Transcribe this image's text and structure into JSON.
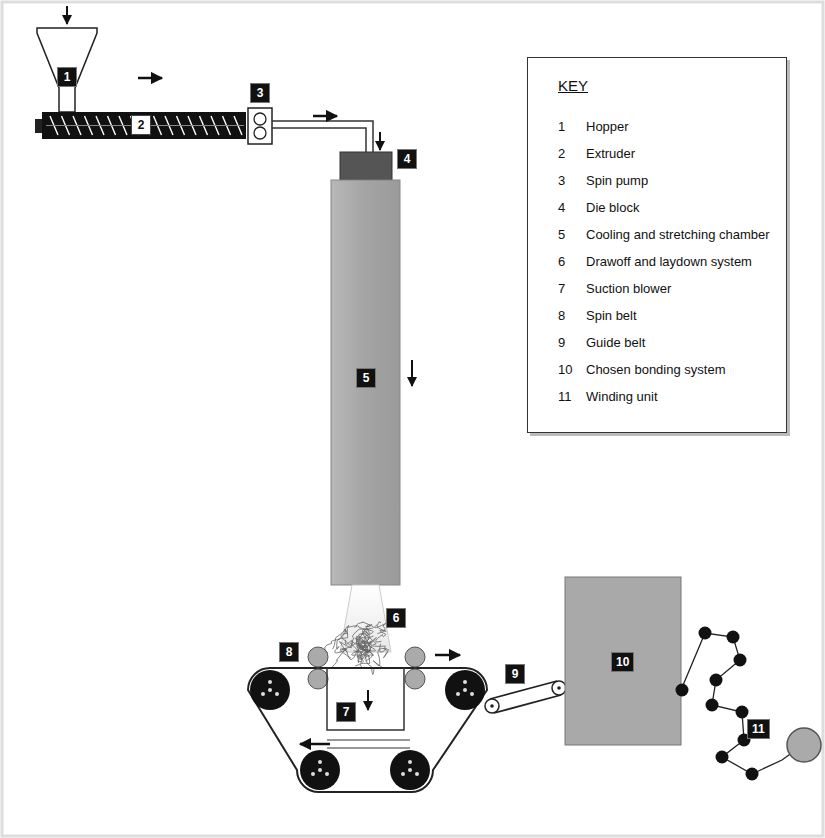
{
  "diagram": {
    "nodes": [
      {
        "text": [
          "1"
        ]
      },
      {
        "text": [
          "2"
        ]
      },
      {
        "text": [
          "3"
        ]
      },
      {
        "text": [
          "4"
        ]
      },
      {
        "text": [
          "KEY",
          "1",
          "Hopper",
          "2",
          "Extruder",
          "3",
          "Spin pump",
          "4",
          "Die block",
          "5",
          "Cooling and stretching chamber",
          "6",
          "Drawoff and laydown system",
          "7",
          "Suction blower",
          "8",
          "Spin belt",
          "9",
          "Guide belt",
          "10",
          "Chosen bonding system",
          "11",
          "Winding unit"
        ]
      },
      {
        "text": [
          "5"
        ]
      },
      {
        "text": [
          "6"
        ]
      },
      {
        "text": [
          "7"
        ]
      },
      {
        "text": [
          "8"
        ]
      },
      {
        "text": [
          "9"
        ]
      },
      {
        "text": [
          "10"
        ]
      },
      {
        "text": [
          "11"
        ]
      }
    ]
  }
}
